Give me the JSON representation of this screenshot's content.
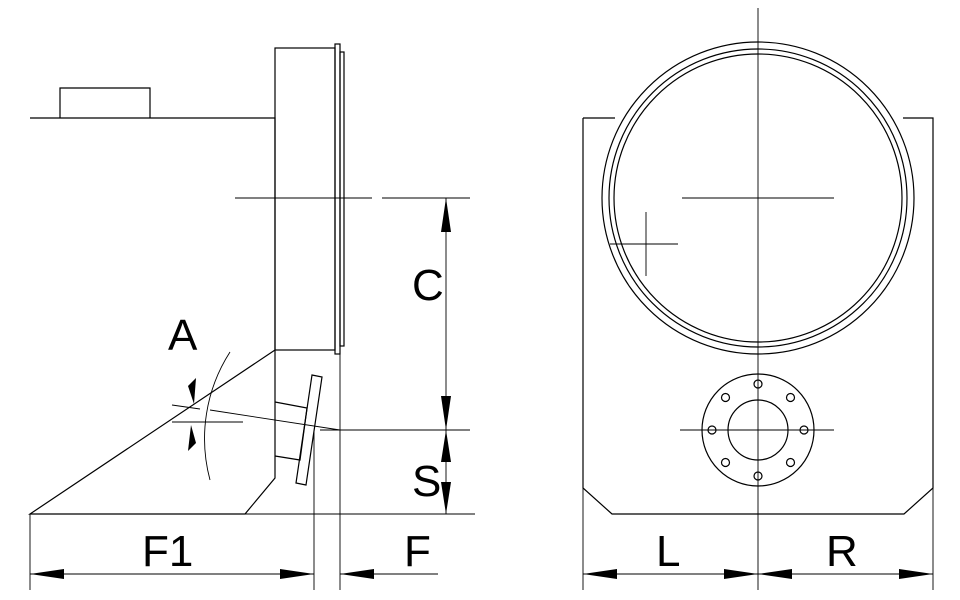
{
  "dimension_labels": {
    "angle": "A",
    "distance_c": "C",
    "distance_s": "S",
    "length_f1": "F1",
    "length_f": "F",
    "width_l": "L",
    "width_r": "R"
  },
  "colors": {
    "line": "#000000",
    "background": "#ffffff"
  }
}
